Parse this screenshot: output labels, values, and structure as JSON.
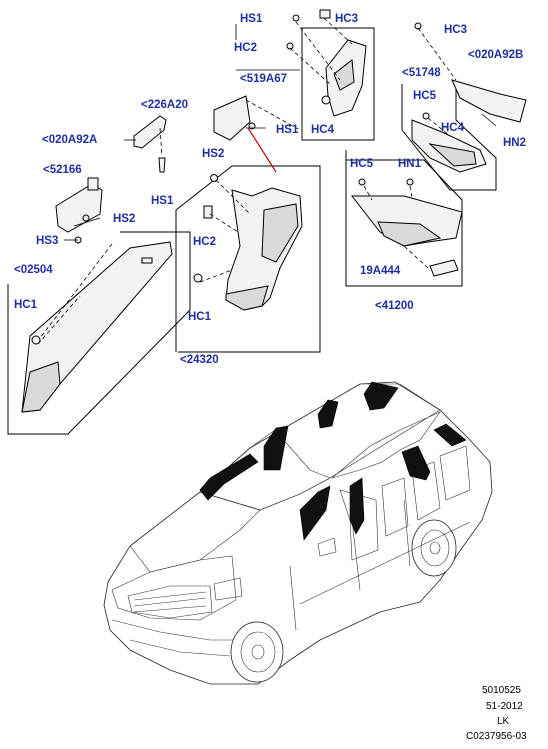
{
  "labels": {
    "hs1_top": "HS1",
    "hc3_top": "HC3",
    "hc2_top": "HC2",
    "p519a67": "<519A67",
    "hc4_mid": "HC4",
    "p226a20": "<226A20",
    "hs1_mid": "HS1",
    "p020a92a": "<020A92A",
    "hs1_left": "HS1",
    "hs2_mid": "HS2",
    "hc2_mid": "HC2",
    "p52166": "<52166",
    "hs2_left": "HS2",
    "hs3_left": "HS3",
    "p02504": "<02504",
    "hc1_left": "HC1",
    "hc1_mid": "HC1",
    "p24320": "<24320",
    "hc3_right": "HC3",
    "p020a92b": "<020A92B",
    "p51748": "<51748",
    "hc5_right": "HC5",
    "hc4_right": "HC4",
    "hn2_right": "HN2",
    "hc5_box": "HC5",
    "hn1_box": "HN1",
    "p19a444": "19A444",
    "p41200": "<41200"
  },
  "reference": {
    "line1": "5010525",
    "line2": "51-2012",
    "line3": "LK",
    "line4": "C0237956-03"
  },
  "colors": {
    "label_text": "#1f2fa0",
    "highlight_line": "#cc0000"
  }
}
